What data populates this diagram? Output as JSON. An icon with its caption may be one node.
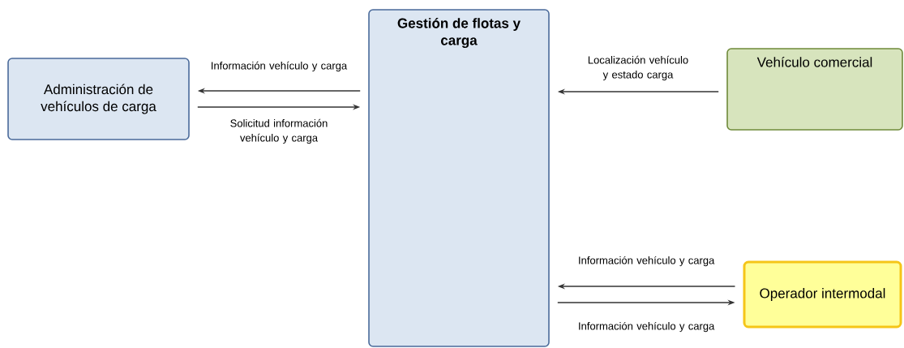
{
  "diagram": {
    "nodes": [
      {
        "text": [
          "Gestión de flotas y carga"
        ]
      },
      {
        "text": [
          "Administración de vehículos de carga"
        ]
      },
      {
        "text": [
          "Vehículo comercial"
        ]
      },
      {
        "text": [
          "Operador intermodal"
        ]
      }
    ],
    "edges": [
      {
        "from": 0,
        "to": 1,
        "arrow": "to",
        "label": "Información vehículo y carga"
      },
      {
        "from": 1,
        "to": 0,
        "arrow": "to",
        "label": "Solicitud información vehículo y carga"
      },
      {
        "from": 2,
        "to": 0,
        "arrow": "to",
        "label": "Localización vehículo y estado carga"
      },
      {
        "from": 3,
        "to": 0,
        "arrow": "to",
        "label": "Información vehículo y carga"
      },
      {
        "from": 0,
        "to": 3,
        "arrow": "to",
        "label": "Información vehículo y carga"
      }
    ]
  }
}
